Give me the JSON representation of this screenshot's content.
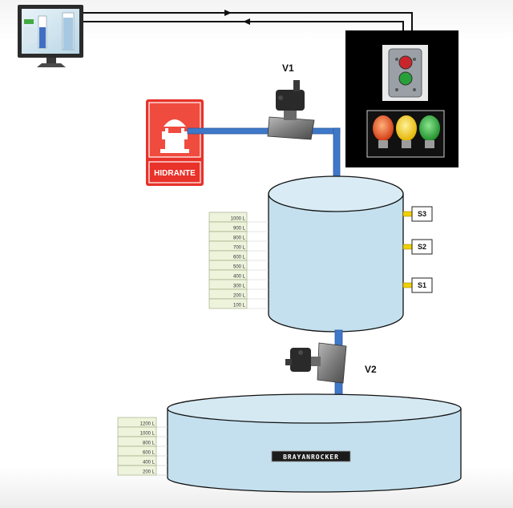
{
  "labels": {
    "valve1": "V1",
    "valve2": "V2",
    "hydrant": "HIDRANTE",
    "watermark": "BRAYANROCKER"
  },
  "sensors": [
    "S3",
    "S2",
    "S1"
  ],
  "upper_tank_scale": [
    "1000 L",
    "900 L",
    "800 L",
    "700 L",
    "600 L",
    "500 L",
    "400 L",
    "300 L",
    "200 L",
    "100 L"
  ],
  "lower_tank_scale": [
    "1200 L",
    "1000 L",
    "800 L",
    "600 L",
    "400 L",
    "200 L"
  ],
  "colors": {
    "water": "#c4e0ee",
    "pipe": "#3f78c8",
    "hydrant_red": "#e8322a",
    "panel_bg": "#000000",
    "scale_fill": "#eef3dc",
    "sensor_yellow": "#f0d000",
    "lamp_red": "#e34a1f",
    "lamp_yellow": "#f2c400",
    "lamp_green": "#2eaa38"
  },
  "icons": [
    "monitor-icon",
    "push-button-station-icon",
    "signal-lamps-icon",
    "fire-hydrant-icon",
    "solenoid-valve-icon"
  ]
}
